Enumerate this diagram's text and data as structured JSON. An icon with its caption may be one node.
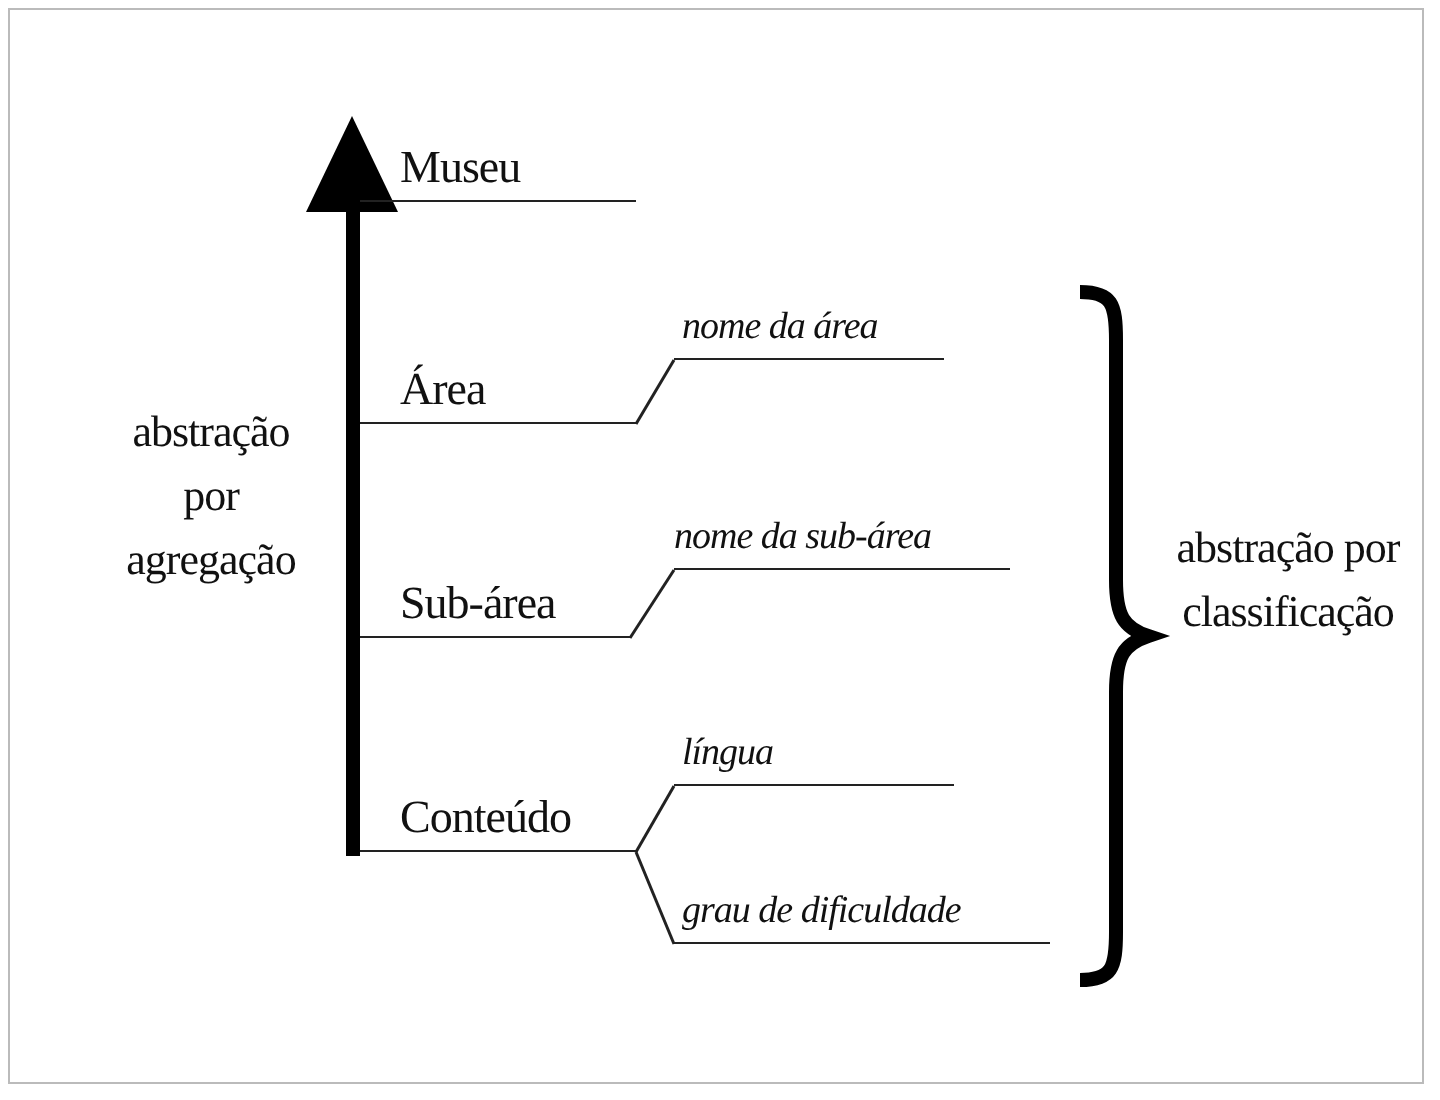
{
  "diagram": {
    "nodes": [
      {
        "text": [
          "Museu"
        ]
      },
      {
        "text": [
          "Área"
        ]
      },
      {
        "text": [
          "nome da área"
        ]
      },
      {
        "text": [
          "Sub-área"
        ]
      },
      {
        "text": [
          "nome da sub-área"
        ]
      },
      {
        "text": [
          "Conteúdo"
        ]
      },
      {
        "text": [
          "língua"
        ]
      },
      {
        "text": [
          "grau de dificuldade"
        ]
      }
    ],
    "edges": [
      {
        "from": 1,
        "to": 2,
        "arrow": "none"
      },
      {
        "from": 3,
        "to": 4,
        "arrow": "none"
      },
      {
        "from": 5,
        "to": 6,
        "arrow": "none"
      },
      {
        "from": 5,
        "to": 7,
        "arrow": "none"
      }
    ],
    "labels": [
      "abstração por agregação",
      "abstração por classificação"
    ]
  }
}
